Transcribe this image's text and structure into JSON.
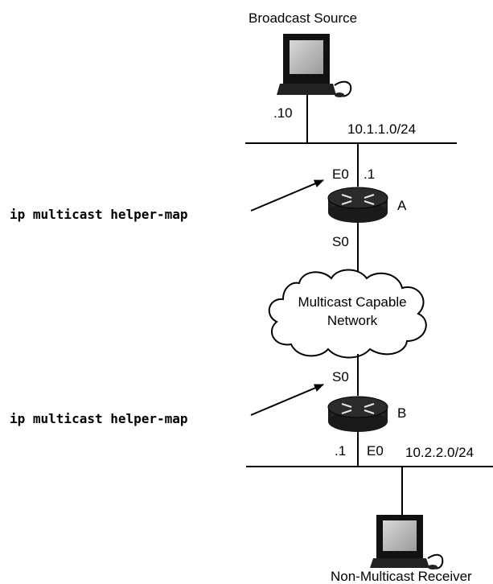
{
  "diagram": {
    "source_title": "Broadcast Source",
    "receiver_title": "Non-Multicast Receiver",
    "source_host_addr": ".10",
    "subnet_top": "10.1.1.0/24",
    "subnet_bottom": "10.2.2.0/24",
    "router_a": {
      "name": "A",
      "eth_if": "E0",
      "eth_addr": ".1",
      "serial_if": "S0",
      "command": "ip multicast helper-map"
    },
    "router_b": {
      "name": "B",
      "eth_if": "E0",
      "eth_addr": ".1",
      "serial_if": "S0",
      "command": "ip multicast helper-map"
    },
    "cloud_line1": "Multicast Capable",
    "cloud_line2": "Network",
    "icons": [
      "workstation-icon",
      "router-icon",
      "cloud-icon",
      "arrow-icon"
    ]
  }
}
